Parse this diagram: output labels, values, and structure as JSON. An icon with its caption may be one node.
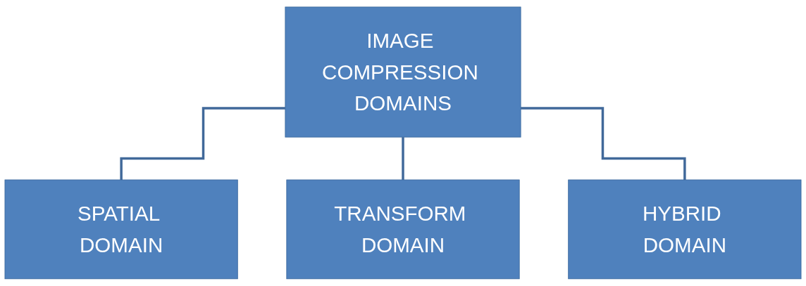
{
  "diagram": {
    "nodes": [
      {
        "text": [
          "IMAGE COMPRESSION DOMAINS"
        ]
      },
      {
        "text": [
          "SPATIAL DOMAIN"
        ]
      },
      {
        "text": [
          "TRANSFORM DOMAIN"
        ]
      },
      {
        "text": [
          "HYBRID DOMAIN"
        ]
      }
    ],
    "edges": [
      {
        "from": 0,
        "to": 1,
        "arrow": "none"
      },
      {
        "from": 0,
        "to": 2,
        "arrow": "none"
      },
      {
        "from": 0,
        "to": 3,
        "arrow": "none"
      }
    ]
  }
}
